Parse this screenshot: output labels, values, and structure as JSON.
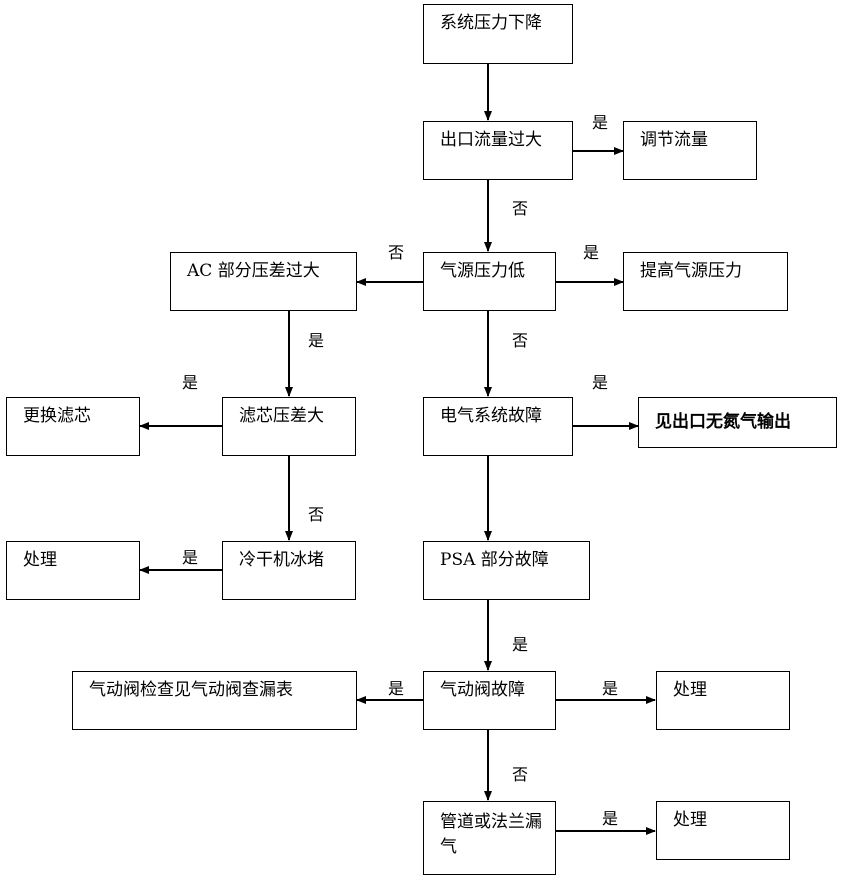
{
  "nodes": {
    "n1": "系统压力下降",
    "n2": "出口流量过大",
    "n3": "调节流量",
    "n4": "气源压力低",
    "n5": "提高气源压力",
    "n6": "AC 部分压差过大",
    "n7": "更换滤芯",
    "n8": "滤芯压差大",
    "n9": "电气系统故障",
    "n10": "见出口无氮气输出",
    "n11": "处理",
    "n12": "冷干机冰堵",
    "n13": "PSA 部分故障",
    "n14": "气动阀检查见气动阀查漏表",
    "n15": "气动阀故障",
    "n16": "处理",
    "n17": "管道或法兰漏气",
    "n18": "处理"
  },
  "labels": {
    "l1": "是",
    "l2": "否",
    "l3": "否",
    "l4": "是",
    "l5": "是",
    "l6": "否",
    "l7": "是",
    "l8": "是",
    "l9": "否",
    "l10": "是",
    "l11": "是",
    "l12": "是",
    "l13": "是",
    "l14": "否",
    "l15": "是"
  }
}
